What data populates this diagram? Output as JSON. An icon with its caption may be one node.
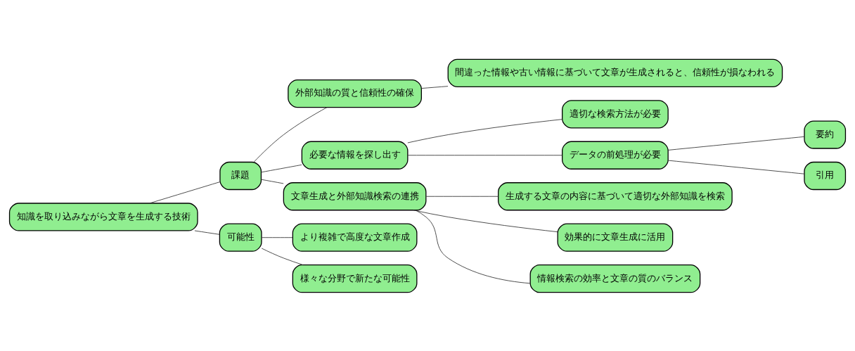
{
  "diagram": {
    "nodes": [
      {
        "text": [
          "知識を取り込みながら文章を生成する技術"
        ]
      },
      {
        "text": [
          "課題"
        ]
      },
      {
        "text": [
          "外部知識の質と信頼性の確保"
        ]
      },
      {
        "text": [
          "間違った情報や古い情報に基づいて文章が生成されると、信頼性が損なわれる"
        ]
      },
      {
        "text": [
          "必要な情報を探し出す"
        ]
      },
      {
        "text": [
          "適切な検索方法が必要"
        ]
      },
      {
        "text": [
          "データの前処理が必要"
        ]
      },
      {
        "text": [
          "要約"
        ]
      },
      {
        "text": [
          "引用"
        ]
      },
      {
        "text": [
          "文章生成と外部知識検索の連携"
        ]
      },
      {
        "text": [
          "生成する文章の内容に基づいて適切な外部知識を検索"
        ]
      },
      {
        "text": [
          "効果的に文章生成に活用"
        ]
      },
      {
        "text": [
          "情報検索の効率と文章の質のバランス"
        ]
      },
      {
        "text": [
          "可能性"
        ]
      },
      {
        "text": [
          "より複雑で高度な文章作成"
        ]
      },
      {
        "text": [
          "様々な分野で新たな可能性"
        ]
      }
    ],
    "edges": [
      {
        "from": 0,
        "to": 1,
        "arrow": "none"
      },
      {
        "from": 1,
        "to": 2,
        "arrow": "none"
      },
      {
        "from": 2,
        "to": 3,
        "arrow": "none"
      },
      {
        "from": 1,
        "to": 4,
        "arrow": "none"
      },
      {
        "from": 4,
        "to": 5,
        "arrow": "none"
      },
      {
        "from": 4,
        "to": 6,
        "arrow": "none"
      },
      {
        "from": 6,
        "to": 7,
        "arrow": "none"
      },
      {
        "from": 6,
        "to": 8,
        "arrow": "none"
      },
      {
        "from": 1,
        "to": 9,
        "arrow": "none"
      },
      {
        "from": 9,
        "to": 10,
        "arrow": "none"
      },
      {
        "from": 9,
        "to": 11,
        "arrow": "none"
      },
      {
        "from": 9,
        "to": 12,
        "arrow": "none"
      },
      {
        "from": 0,
        "to": 13,
        "arrow": "none"
      },
      {
        "from": 13,
        "to": 14,
        "arrow": "none"
      },
      {
        "from": 13,
        "to": 15,
        "arrow": "none"
      }
    ]
  }
}
